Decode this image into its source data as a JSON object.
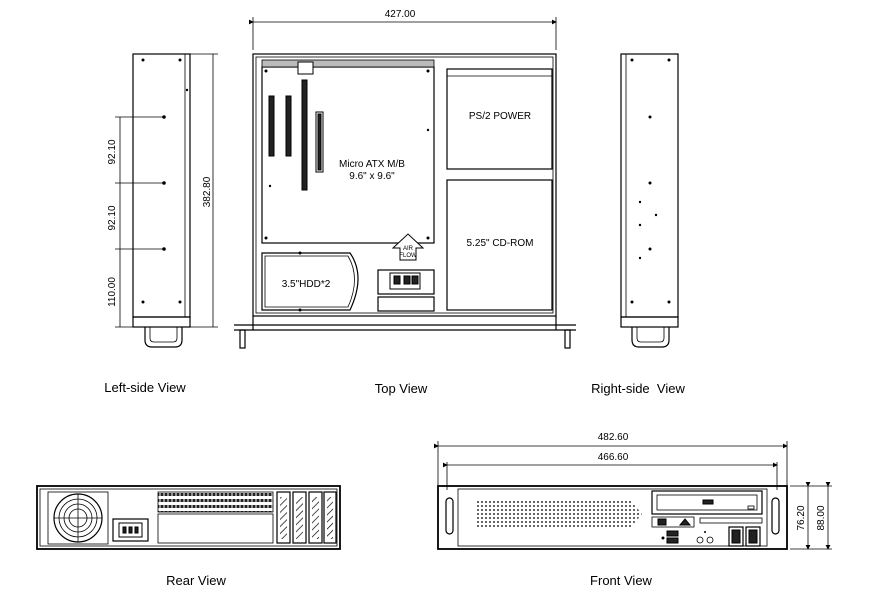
{
  "views": {
    "left_side": {
      "caption": "Left-side View",
      "dims": [
        "92.10",
        "92.10",
        "110.00",
        "382.80"
      ]
    },
    "top": {
      "caption": "Top View",
      "width_dim": "427.00",
      "motherboard_line1": "Micro ATX M/B",
      "motherboard_line2": "9.6\" x 9.6\"",
      "power_label": "PS/2 POWER",
      "cdrom_label": "5.25\" CD-ROM",
      "hdd_label": "3.5\"HDD*2",
      "airflow_line1": "AIR",
      "airflow_line2": "FLOW"
    },
    "right_side": {
      "caption": "Right-side  View"
    },
    "rear": {
      "caption": "Rear View"
    },
    "front": {
      "caption": "Front View",
      "width_dims": [
        "482.60",
        "466.60"
      ],
      "height_dims": [
        "76.20",
        "88.00"
      ]
    }
  }
}
